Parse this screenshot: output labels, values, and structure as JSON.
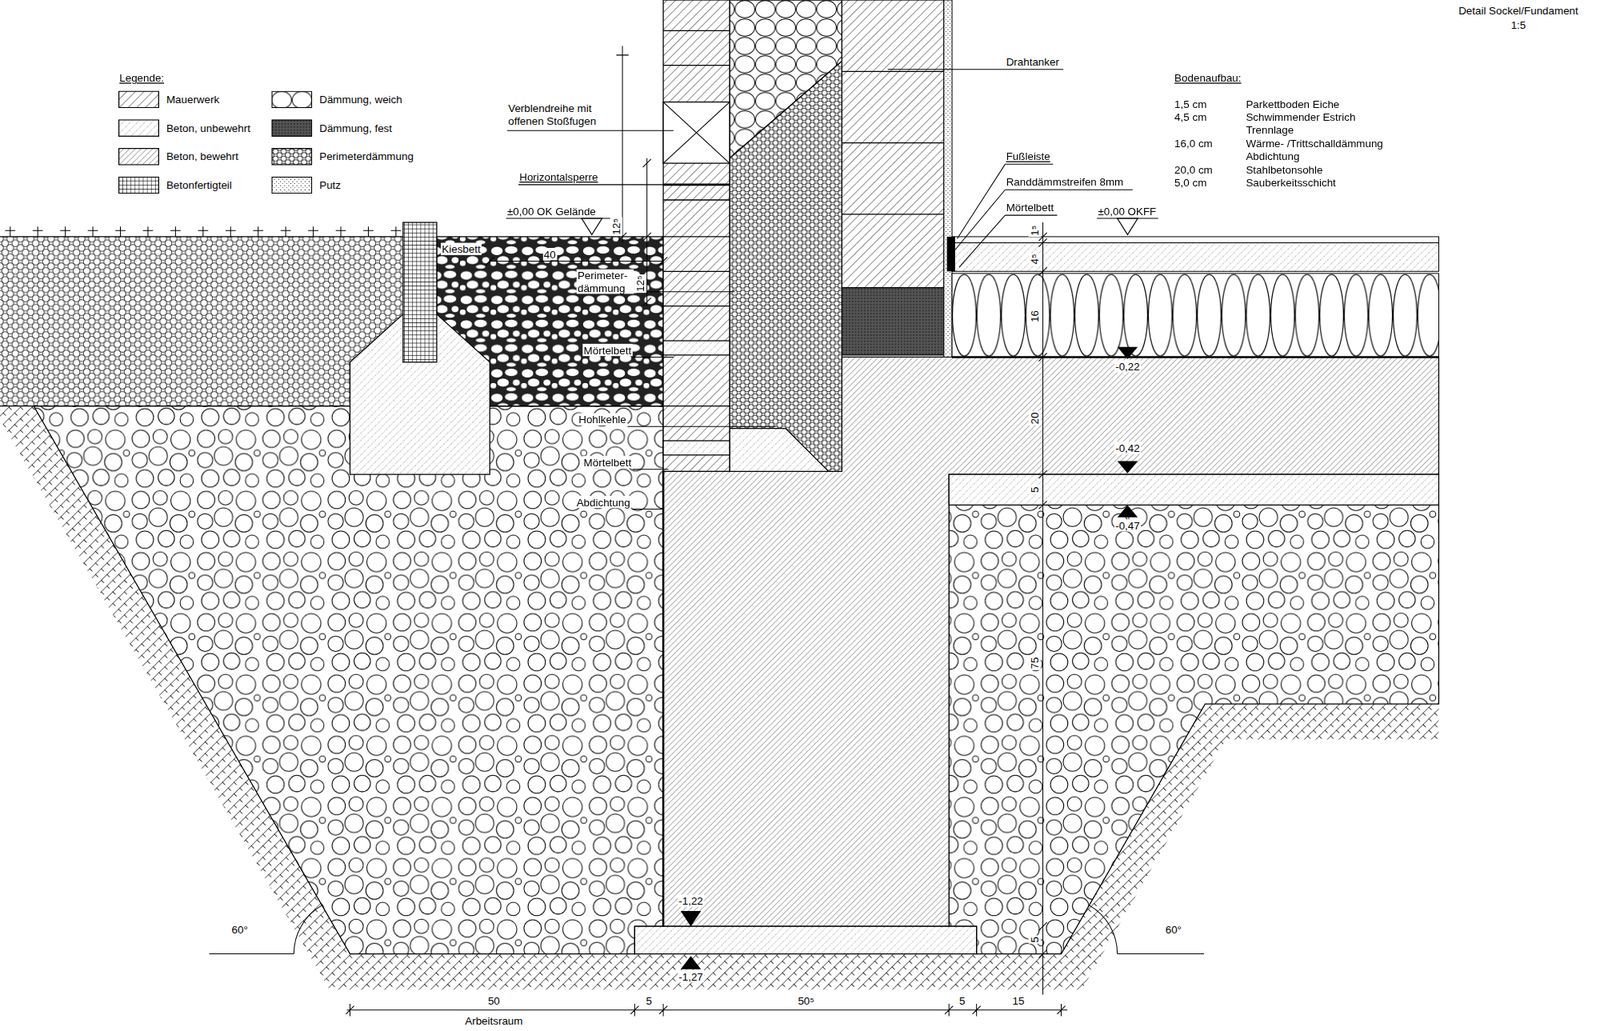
{
  "diagram": {
    "title": "Detail Sockel/Fundament",
    "labels": [
      "Legende:",
      "1:5",
      "Bodenaufbau:",
      "1,5 cm",
      "Parkettboden Eiche",
      "4,5 cm",
      "Schwimmender Estrich",
      "Trennlage",
      "16,0 cm",
      "Wärme- /Trittschalldämmung",
      "Abdichtung",
      "20,0 cm",
      "Stahlbetonsohle",
      "5,0 cm",
      "Sauberkeitsschicht",
      "Drahtanker",
      "Verblendreihe mit offenen Stoßfugen",
      "Horizontalsperre",
      "±0,00 OK Gelände",
      "Fußleiste",
      "Randdämmstreifen 8mm",
      "Mörtelbett",
      "±0,00 OKFF",
      "Kiesbett",
      "40",
      "Perimeter- dämmung",
      "Mörtelbett",
      "Hohlkehle",
      "Mörtelbett",
      "Abdichtung",
      "12⁵",
      "12⁵",
      "1⁵",
      "4⁵",
      "16",
      "20",
      "5",
      "75",
      "5",
      "-0,22",
      "-0,42",
      "-0,47",
      "-1,22",
      "-1,27",
      "50",
      "Arbeitsraum",
      "5",
      "50⁵",
      "5",
      "15",
      "60°",
      "60°"
    ],
    "legend": [
      {
        "text": "Mauerwerk"
      },
      {
        "text": "Beton, unbewehrt"
      },
      {
        "text": "Beton, bewehrt"
      },
      {
        "text": "Betonfertigteil"
      },
      {
        "text": "Dämmung, weich"
      },
      {
        "text": "Dämmung, fest"
      },
      {
        "text": "Perimeterdämmung"
      },
      {
        "text": "Putz"
      }
    ]
  }
}
